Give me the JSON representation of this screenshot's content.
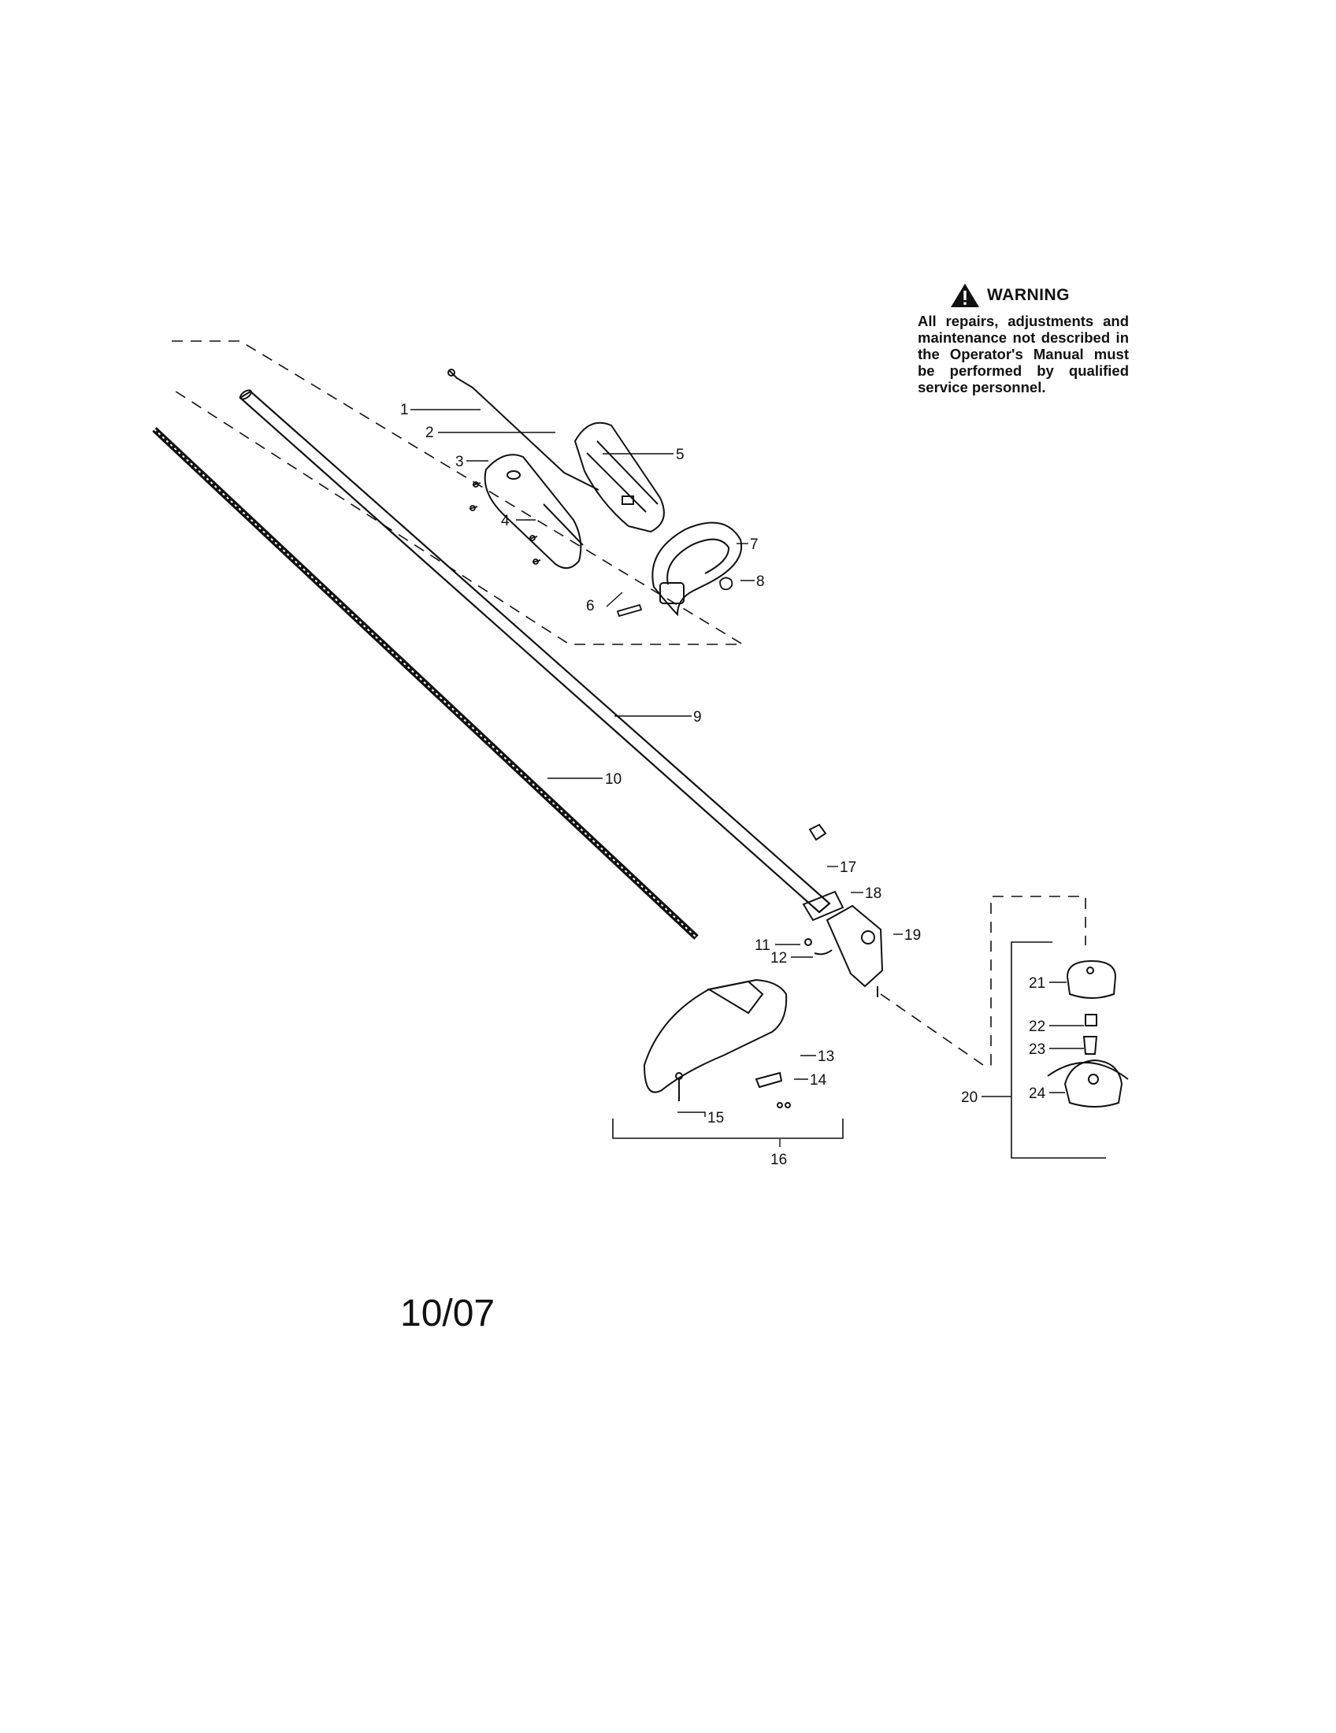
{
  "warning": {
    "title": "WARNING",
    "text": "All repairs, adjustments and maintenance not described in the Operator's Manual must be performed by qualified service personnel."
  },
  "callouts": [
    "1",
    "2",
    "3",
    "4",
    "5",
    "6",
    "7",
    "8",
    "9",
    "10",
    "11",
    "12",
    "13",
    "14",
    "15",
    "16",
    "17",
    "18",
    "19",
    "20",
    "21",
    "22",
    "23",
    "24"
  ],
  "date_stamp": "10/07"
}
